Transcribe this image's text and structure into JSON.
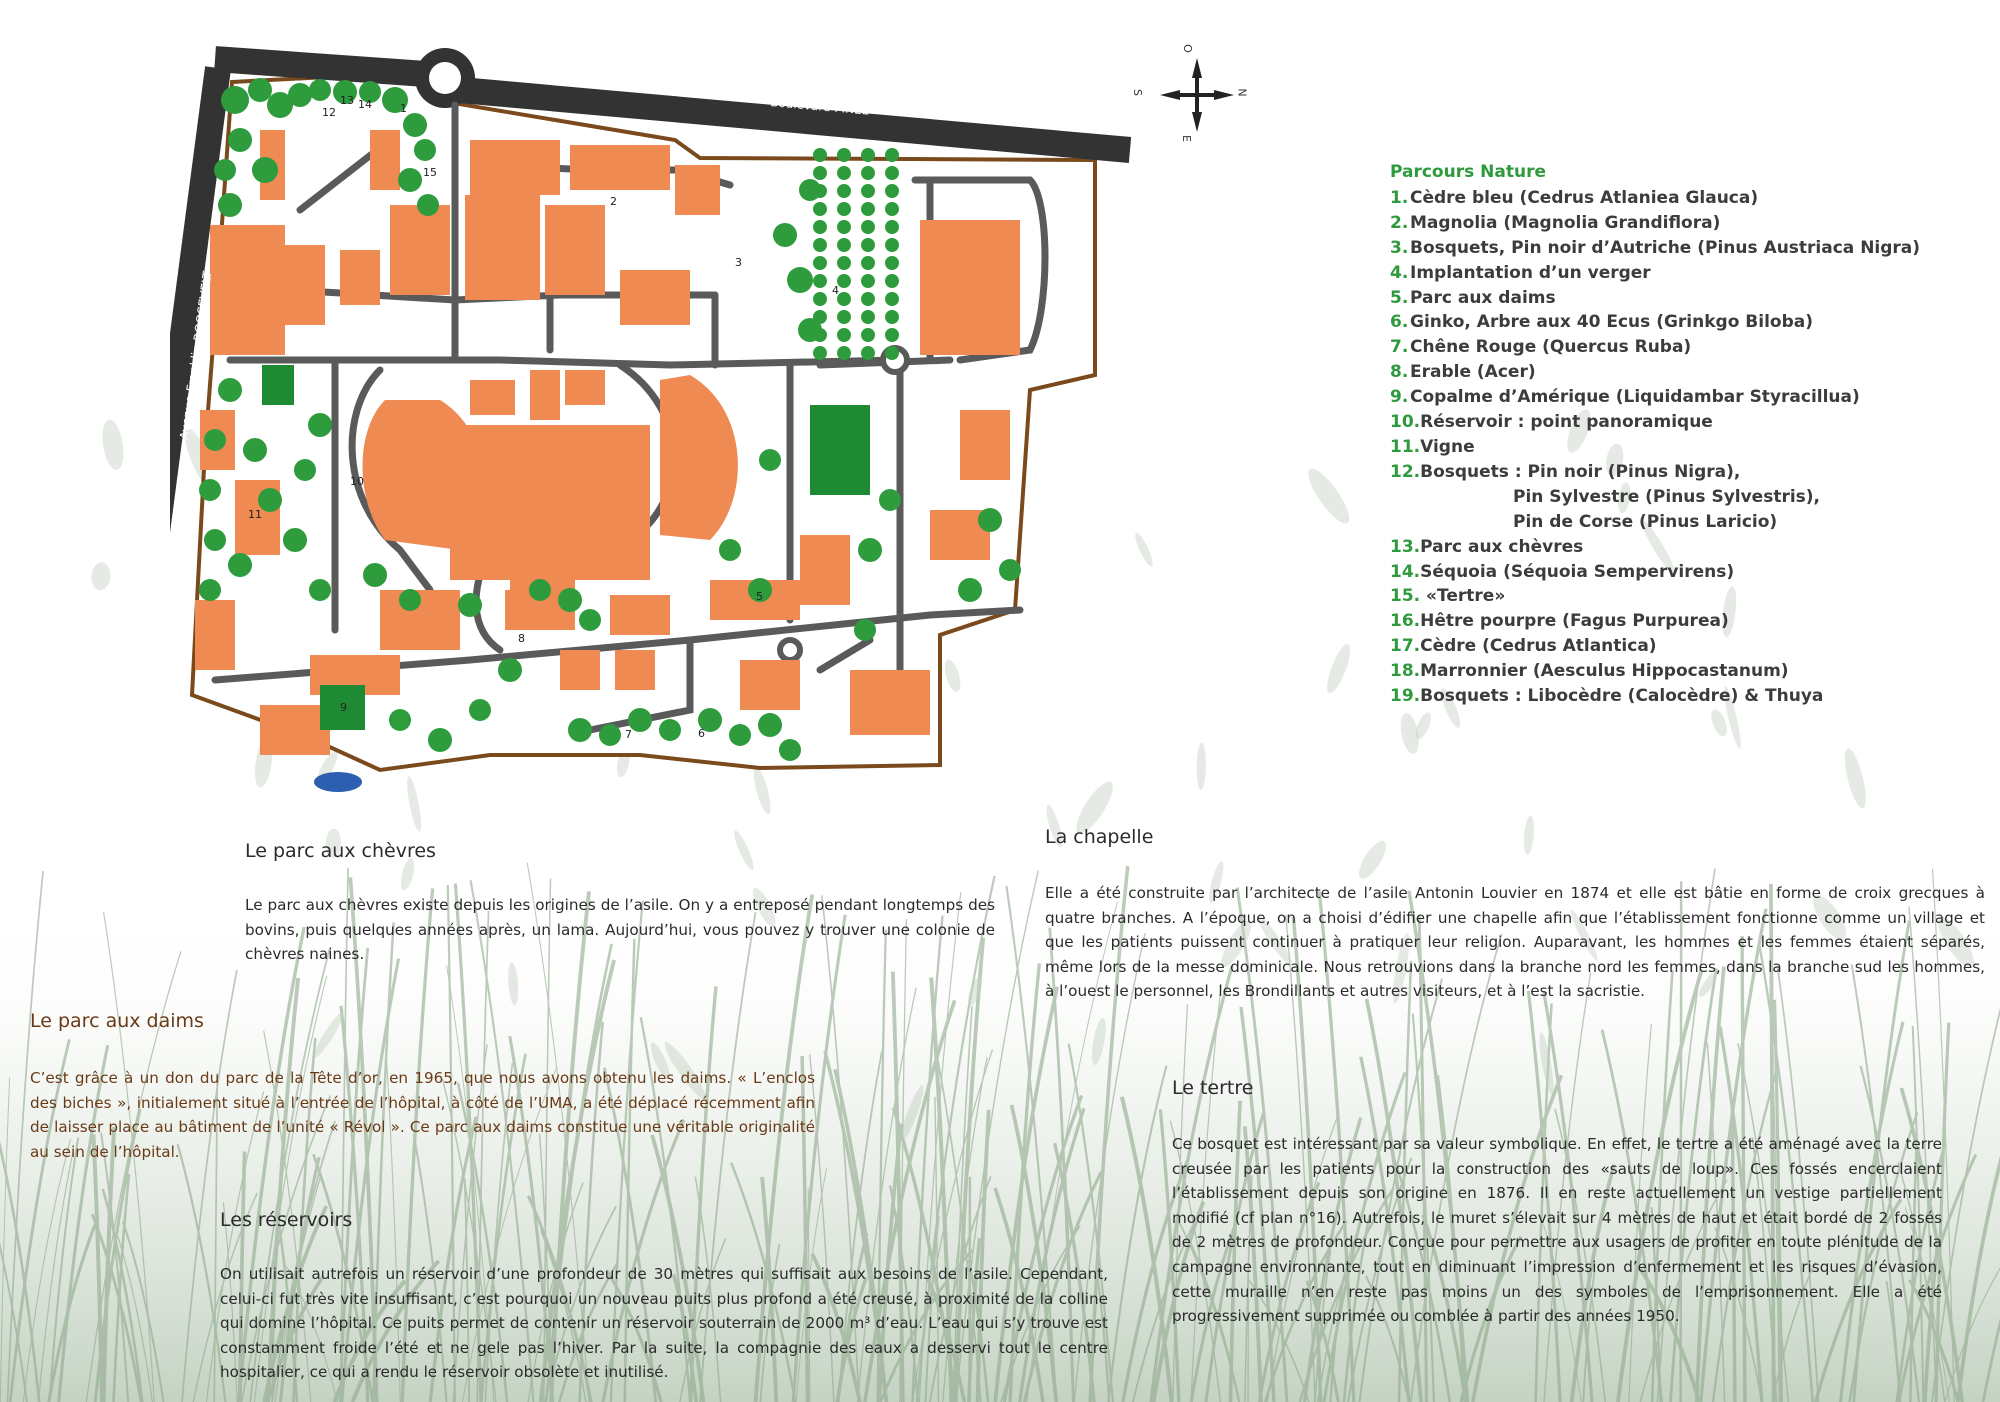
{
  "map": {
    "roads": {
      "avenue": "Avenue Franklin ROOSEVELT",
      "boulevard": "Boulevard PINEL"
    },
    "compass": {
      "top": "O",
      "bottom": "E",
      "left": "S",
      "right": "N"
    },
    "markers": [
      {
        "n": "1"
      },
      {
        "n": "2"
      },
      {
        "n": "3"
      },
      {
        "n": "4"
      },
      {
        "n": "5"
      },
      {
        "n": "6"
      },
      {
        "n": "7"
      },
      {
        "n": "8"
      },
      {
        "n": "9"
      },
      {
        "n": "10"
      },
      {
        "n": "11"
      },
      {
        "n": "12"
      },
      {
        "n": "13"
      },
      {
        "n": "14"
      },
      {
        "n": "15"
      }
    ],
    "colors": {
      "building": "#ee8a52",
      "tree": "#2e9b3d",
      "field": "#1f8a34",
      "road": "#4d4d4d",
      "boundary": "#7a4a1c",
      "water": "#2c5fb0"
    }
  },
  "legend": {
    "title": "Parcours Nature",
    "items": [
      {
        "num": "1.",
        "label": "Cèdre bleu (Cedrus Atlaniea Glauca)"
      },
      {
        "num": "2.",
        "label": "Magnolia (Magnolia Grandiflora)"
      },
      {
        "num": "3.",
        "label": "Bosquets, Pin noir d’Autriche (Pinus Austriaca Nigra)"
      },
      {
        "num": "4.",
        "label": "Implantation d’un verger"
      },
      {
        "num": "5.",
        "label": "Parc aux daims"
      },
      {
        "num": "6.",
        "label": "Ginko, Arbre aux 40 Ecus (Grinkgo Biloba)"
      },
      {
        "num": "7.",
        "label": "Chêne Rouge (Quercus Ruba)"
      },
      {
        "num": "8.",
        "label": "Erable (Acer)"
      },
      {
        "num": "9.",
        "label": "Copalme d’Amérique (Liquidambar Styracillua)"
      },
      {
        "num": "10.",
        "label": "Réservoir : point panoramique"
      },
      {
        "num": "11.",
        "label": "Vigne"
      },
      {
        "num": "12.",
        "label": "Bosquets : Pin noir (Pinus Nigra),",
        "cont": [
          "Pin Sylvestre (Pinus  Sylvestris),",
          "Pin de Corse (Pinus Laricio)"
        ]
      },
      {
        "num": "13.",
        "label": "Parc aux chèvres"
      },
      {
        "num": "14.",
        "label": "Séquoia (Séquoia Sempervirens)"
      },
      {
        "num": "15.",
        "label": " «Tertre»"
      },
      {
        "num": "16.",
        "label": "Hêtre pourpre (Fagus Purpurea)"
      },
      {
        "num": "17.",
        "label": "Cèdre (Cedrus Atlantica)"
      },
      {
        "num": "18.",
        "label": "Marronnier (Aesculus Hippocastanum)"
      },
      {
        "num": "19.",
        "label": "Bosquets : Libocèdre (Calocèdre) & Thuya"
      }
    ]
  },
  "sections": {
    "chevres": {
      "title": "Le parc aux chèvres",
      "text": "Le parc aux chèvres existe depuis les origines de l’asile. On y a entreposé pendant longtemps des bovins, puis quelques années après, un lama. Aujourd’hui, vous pouvez y trouver une colonie de chèvres naines."
    },
    "daims": {
      "title": "Le parc aux daims",
      "text": "C’est grâce à un don du parc de la Tête d’or, en 1965, que nous avons obtenu les daims. « L’enclos des biches », initialement situé à l’entrée de l’hôpital, à côté de l’UMA, a été déplacé récemment afin de laisser place au bâtiment de l’unité « Révol ». Ce parc aux daims constitue une véritable originalité au sein de l’hôpital."
    },
    "reservoirs": {
      "title": "Les réservoirs",
      "text": "On utilisait autrefois un réservoir d’une profondeur de 30 mètres qui suffisait aux besoins de l’asile. Cependant, celui-ci fut très vite insuffisant, c’est pourquoi un nouveau puits plus profond a été creusé, à proximité de la colline qui domine l’hôpital. Ce puits permet de contenir un réservoir souterrain de 2000 m³ d’eau. L’eau qui s’y trouve est constamment froide l’été et ne gele pas l’hiver. Par la suite, la compagnie des eaux a desservi tout le centre hospitalier, ce qui a rendu le réservoir obsolète et inutilisé."
    },
    "chapelle": {
      "title": "La chapelle",
      "text": "Elle a été construite par l’architecte de l’asile Antonin Louvier en 1874 et elle est bâtie en forme de croix grecques à quatre branches. A l’époque, on a choisi d’édifier une chapelle afin que l’établissement fonctionne comme un village et que les patients puissent continuer à pratiquer leur religion. Auparavant, les hommes et les femmes étaient séparés, même lors de la messe dominicale. Nous retrouvions dans la branche nord les femmes, dans la branche sud les hommes, à l’ouest le personnel, les Brondillants et autres visiteurs, et à l’est la sacristie."
    },
    "tertre": {
      "title": "Le tertre",
      "text": "Ce bosquet est intéressant par sa valeur symbolique. En effet, le tertre a été aménagé avec la terre creusée par les patients pour la construction des «sauts de loup». Ces fossés encerclaient l’établissement depuis son origine en 1876. Il en reste actuellement un vestige partiellement modifié (cf plan n°16). Autrefois, le muret s’élevait sur 4 mètres de haut et était bordé de 2 fossés de 2 mètres de profondeur. Conçue pour permettre aux usagers de  profiter en toute plénitude de la campagne environnante, tout en diminuant l’impression d’enfermement et les risques d’évasion, cette muraille n’en reste pas moins un des symboles de l’emprisonnement. Elle a été progressivement supprimée ou comblée  à partir des années 1950."
    }
  }
}
